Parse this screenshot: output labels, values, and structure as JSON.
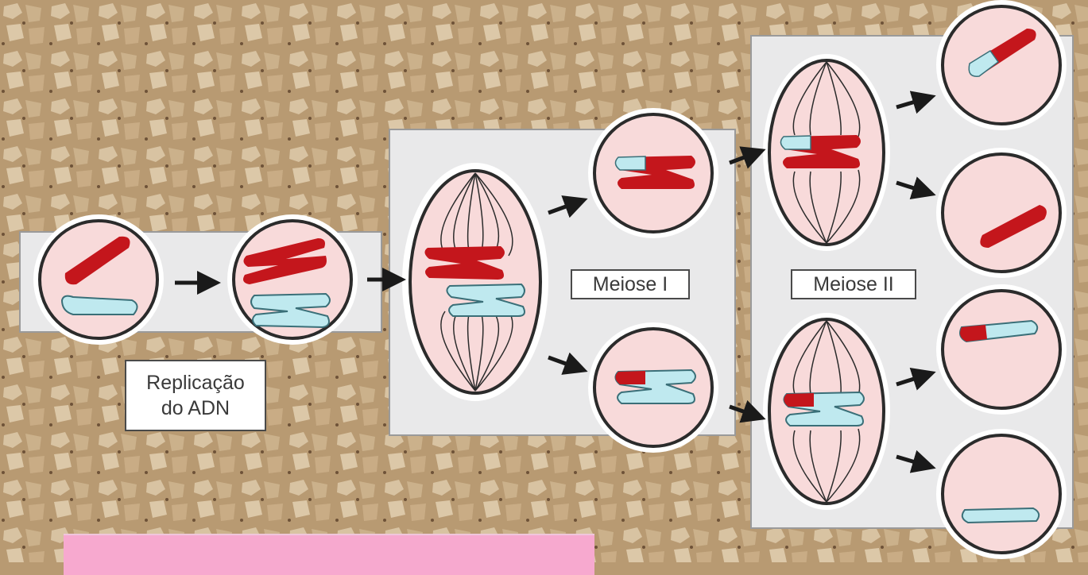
{
  "labels": {
    "replication_line1": "Replicação",
    "replication_line2": "do ADN",
    "meiosis1": "Meiose I",
    "meiosis2": "Meiose II"
  },
  "colors": {
    "background_cork": "#b89a72",
    "panel": "#e9e9ea",
    "cell_fill": "#f8dada",
    "cell_border": "#2b2b2b",
    "chromosome_red": "#c4161c",
    "chromosome_blue": "#bfe9ef",
    "arrow": "#1a1a1a",
    "banner": "#f7a9cf"
  }
}
